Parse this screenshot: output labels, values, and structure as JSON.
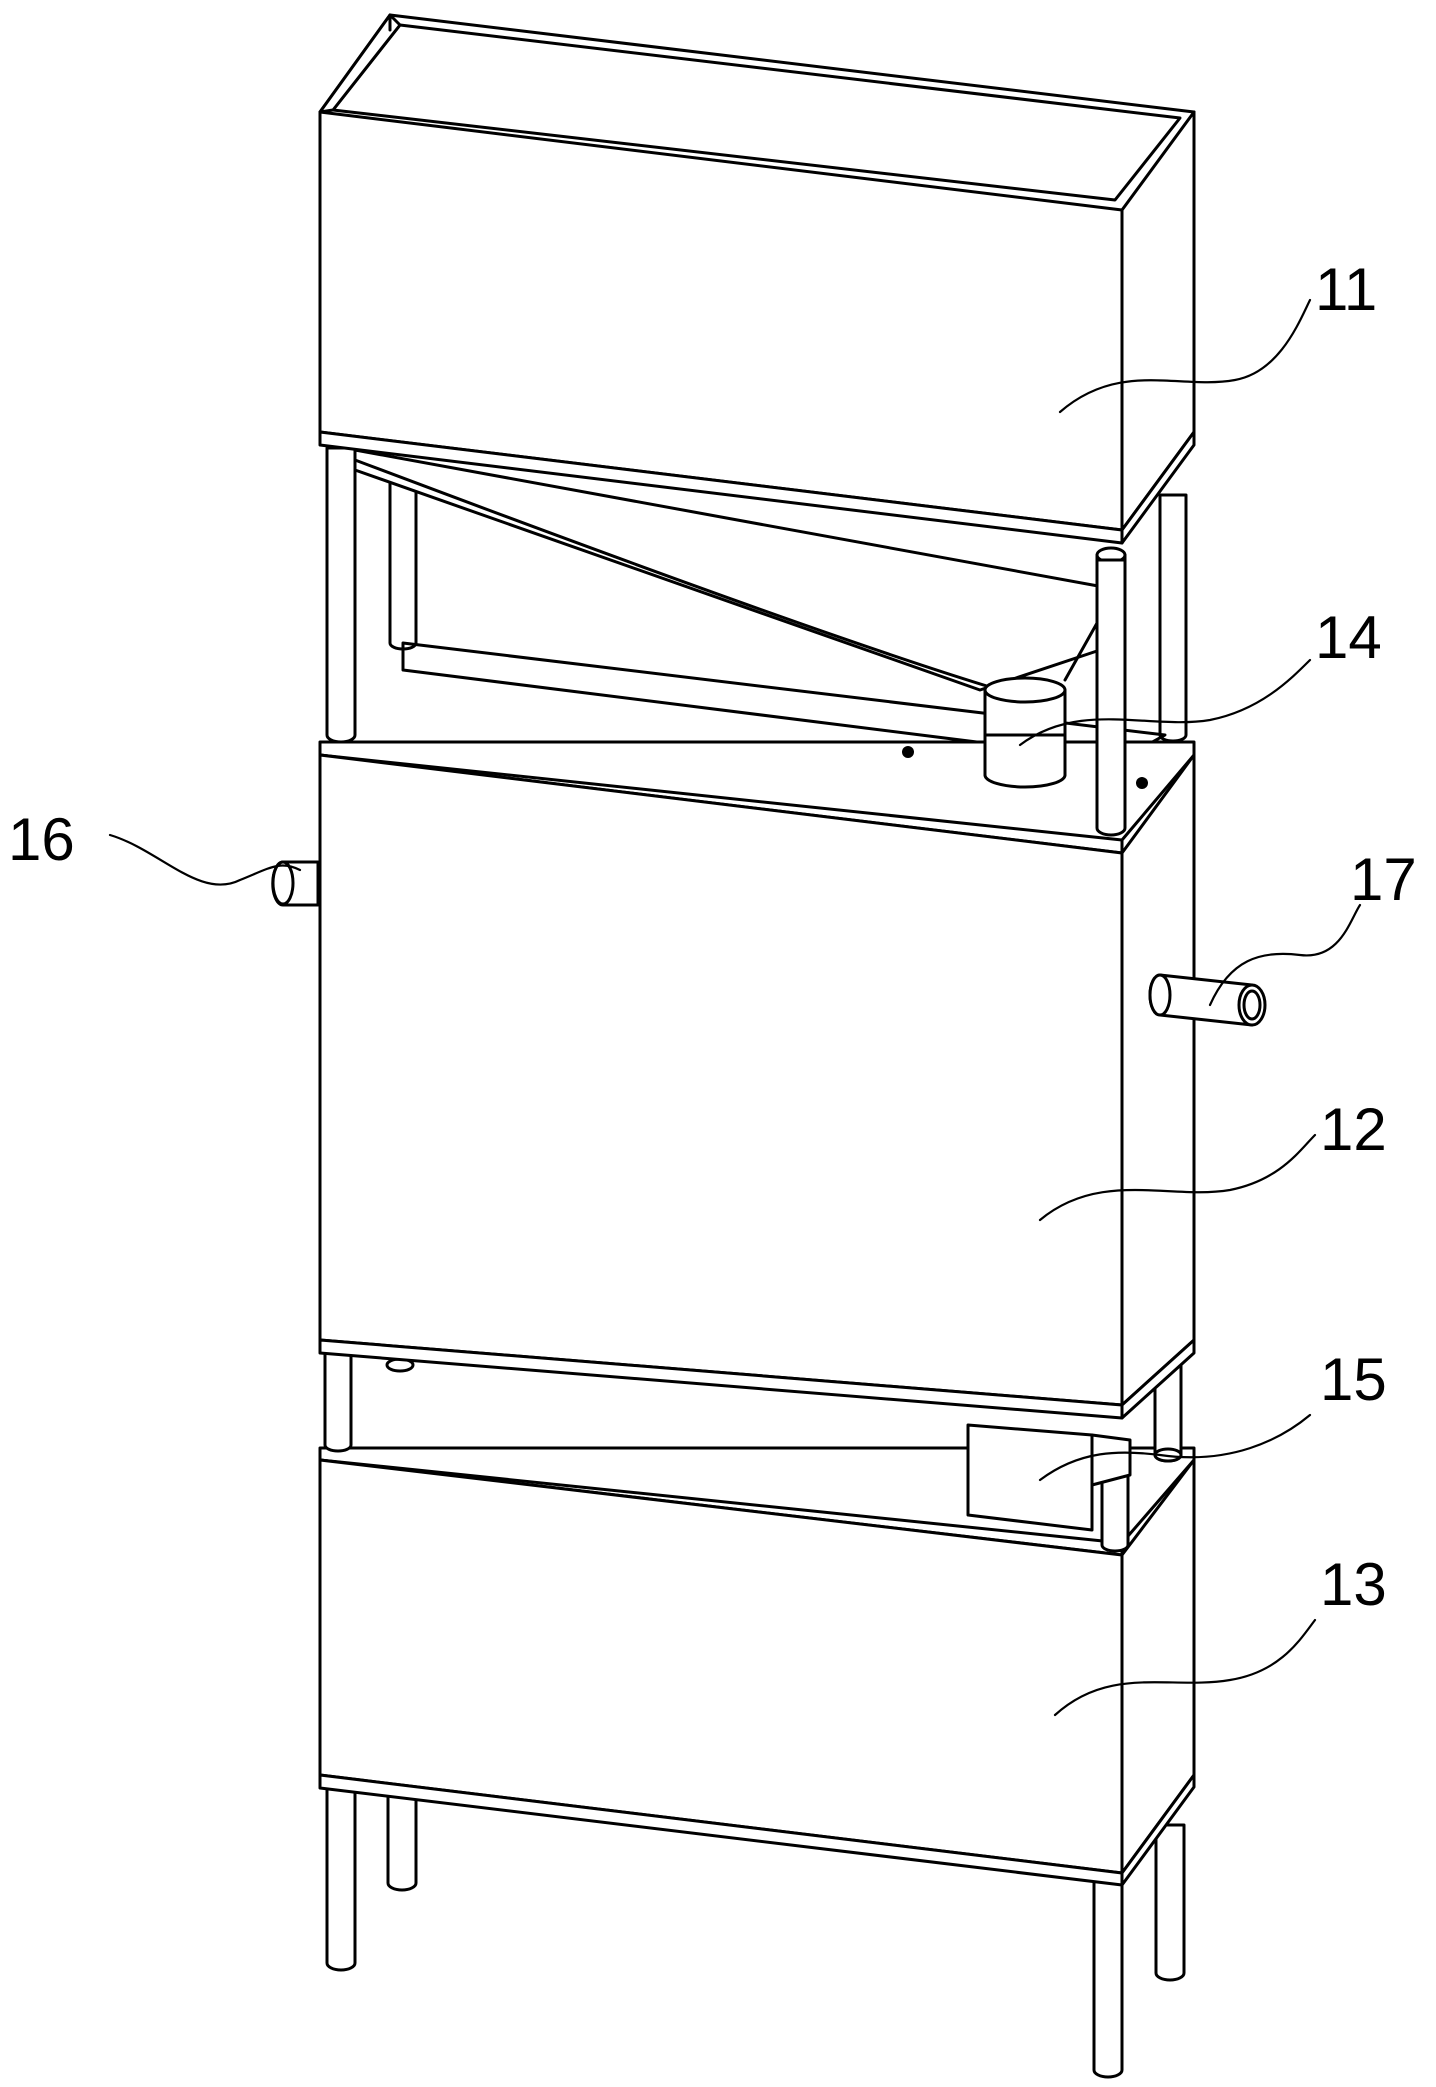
{
  "figure": {
    "labels": [
      {
        "id": "label-11",
        "text": "11"
      },
      {
        "id": "label-14",
        "text": "14"
      },
      {
        "id": "label-16",
        "text": "16"
      },
      {
        "id": "label-17",
        "text": "17"
      },
      {
        "id": "label-12",
        "text": "12"
      },
      {
        "id": "label-15",
        "text": "15"
      },
      {
        "id": "label-13",
        "text": "13"
      }
    ]
  }
}
